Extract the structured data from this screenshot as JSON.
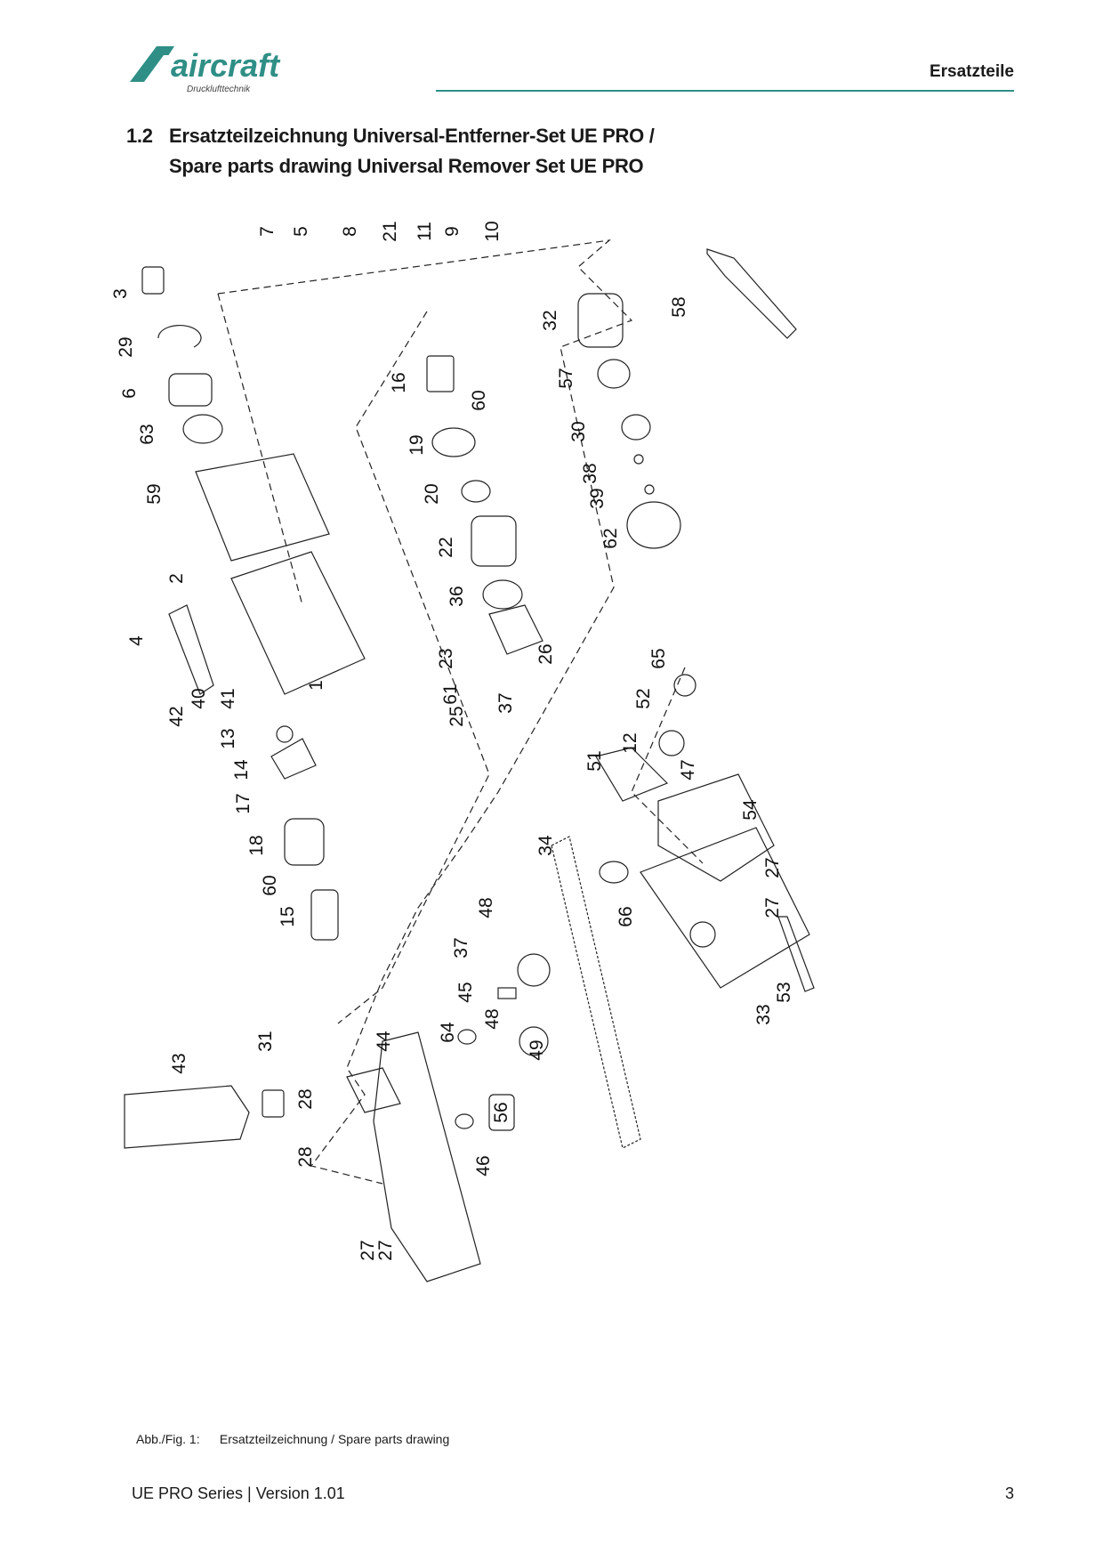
{
  "header": {
    "logo_text": "aircraft",
    "logo_subtext": "Drucklufttechnik",
    "section_label": "Ersatzteile",
    "colors": {
      "accent": "#2f8f86",
      "logo": "#2f8f86"
    }
  },
  "heading": {
    "number": "1.2",
    "line1": "Ersatzteilzeichnung Universal-Entferner-Set UE PRO /",
    "line2": "Spare parts drawing Universal Remover Set UE PRO"
  },
  "drawing": {
    "part_numbers": [
      "7",
      "5",
      "8",
      "21",
      "11",
      "9",
      "10",
      "3",
      "29",
      "6",
      "63",
      "59",
      "2",
      "4",
      "42",
      "40",
      "41",
      "1",
      "13",
      "14",
      "17",
      "18",
      "60",
      "15",
      "16",
      "60",
      "19",
      "20",
      "22",
      "36",
      "23",
      "61",
      "25",
      "37",
      "26",
      "32",
      "57",
      "30",
      "38",
      "39",
      "62",
      "58",
      "65",
      "52",
      "12",
      "51",
      "47",
      "54",
      "27",
      "27",
      "34",
      "66",
      "53",
      "33",
      "48",
      "37",
      "45",
      "64",
      "48",
      "49",
      "44",
      "43",
      "31",
      "28",
      "28",
      "56",
      "46",
      "27",
      "27"
    ]
  },
  "caption": {
    "label": "Abb./Fig. 1:",
    "text": "Ersatzteilzeichnung / Spare parts drawing"
  },
  "footer": {
    "left": "UE PRO Series | Version 1.01",
    "page": "3"
  }
}
